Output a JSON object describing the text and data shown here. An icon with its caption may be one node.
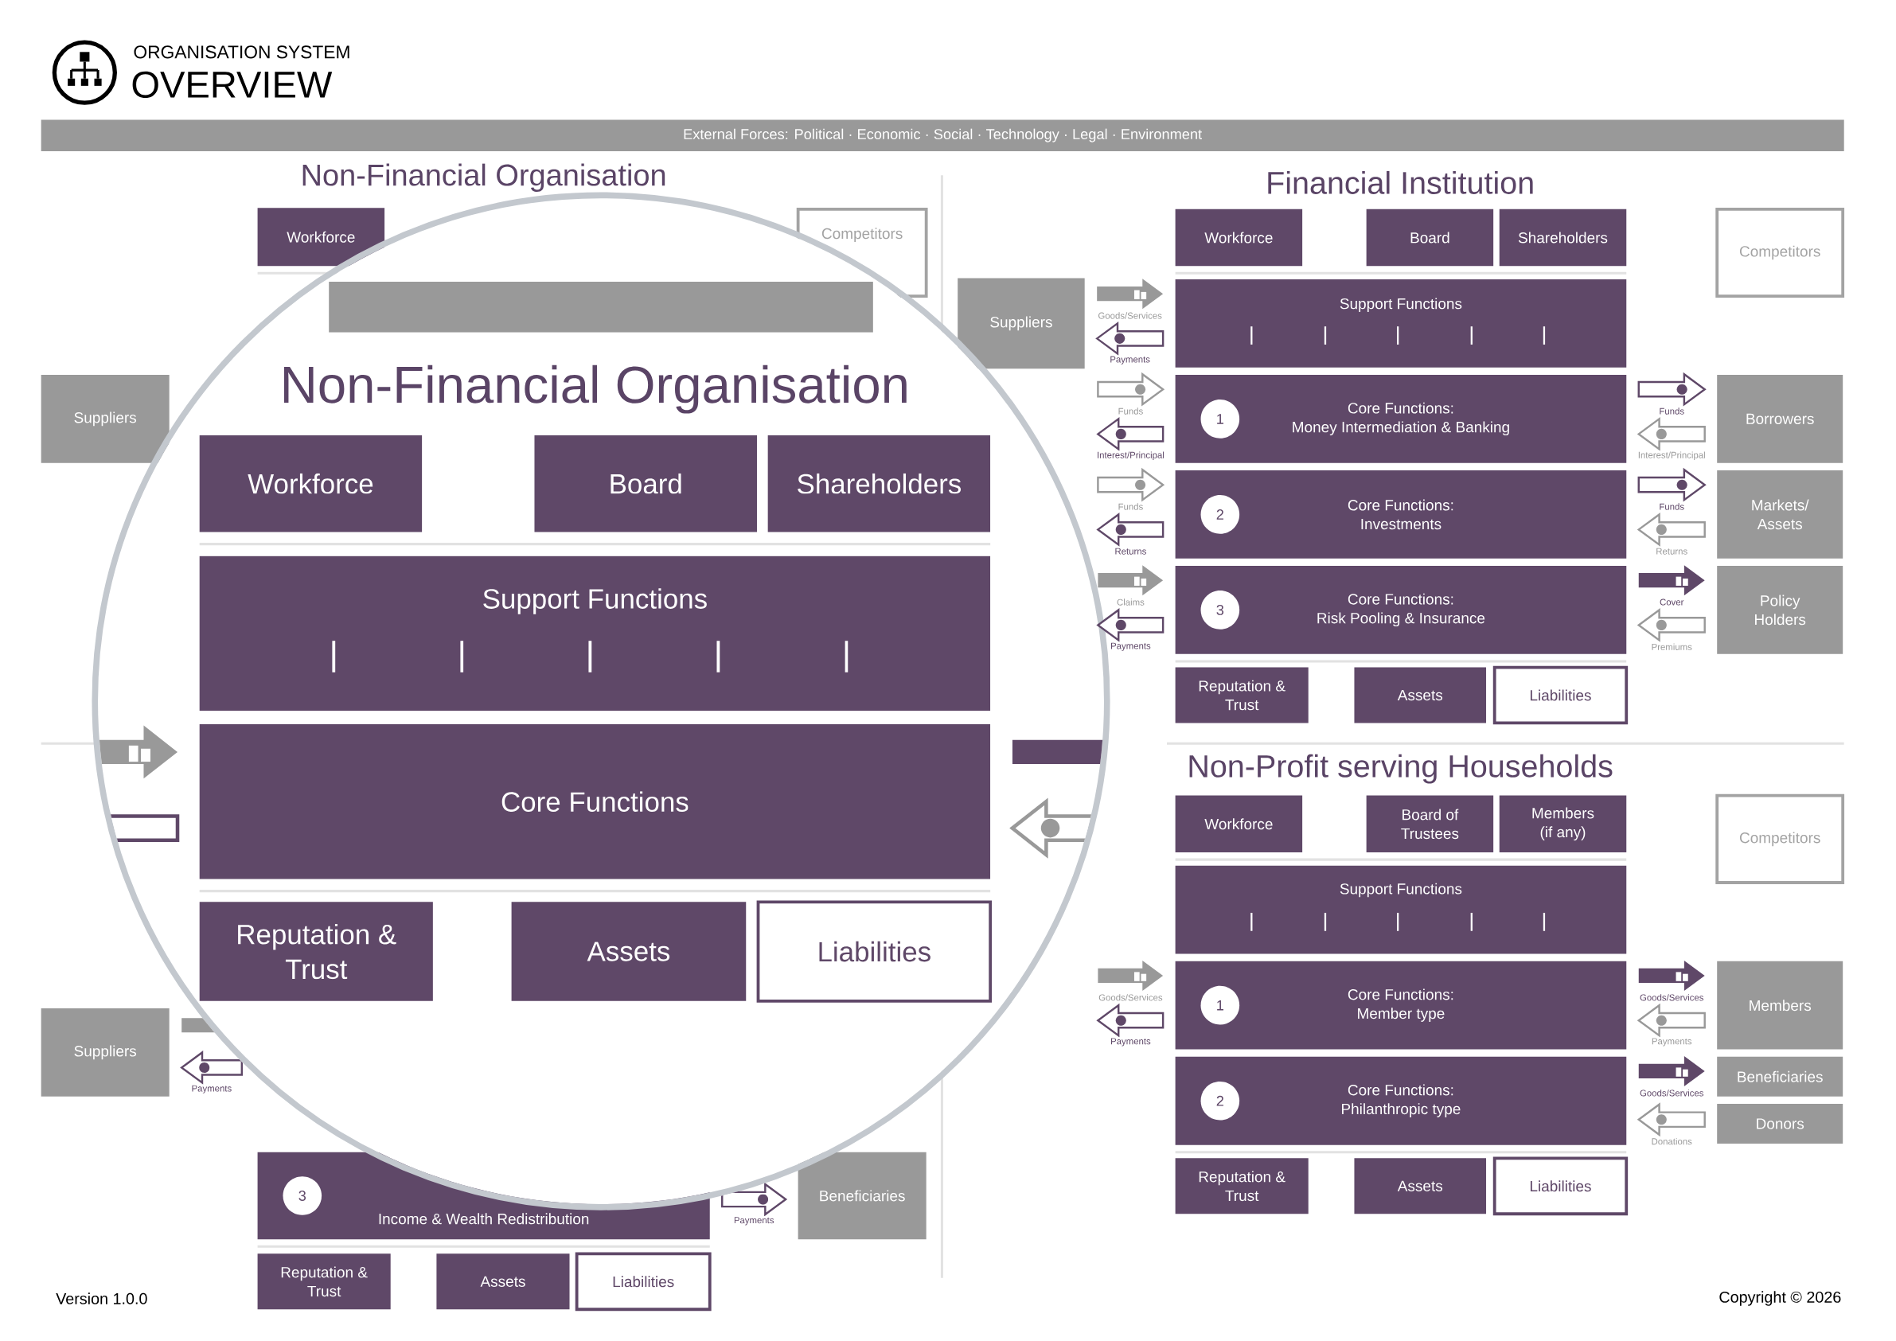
{
  "diagram": {
    "title": "OVERVIEW",
    "nodes": [
      {
        "text": [
          "External Forces: Political · Economic · Social · Technology · Legal · Environment"
        ]
      },
      {
        "text": [
          "Suppliers"
        ]
      },
      {
        "text": [
          "Suppliers"
        ]
      },
      {
        "text": [
          "Workforce"
        ]
      },
      {
        "text": [
          "Competitors"
        ]
      },
      {
        "text": [
          "Income & Wealth Redistribution"
        ]
      },
      {
        "text": [
          "3"
        ],
        "in": 5
      },
      {
        "text": [
          "Reputation & Trust"
        ]
      },
      {
        "text": [
          "Assets"
        ]
      },
      {
        "text": [
          "Liabilities"
        ]
      },
      {
        "text": [
          "Beneficiaries"
        ]
      },
      {
        "text": [
          "Suppliers"
        ]
      },
      {
        "text": [
          "Workforce"
        ]
      },
      {
        "text": [
          "Board"
        ]
      },
      {
        "text": [
          "Shareholders"
        ]
      },
      {
        "text": [
          "Competitors"
        ]
      },
      {
        "text": [
          "Support Functions"
        ]
      },
      {
        "text": [
          "Core Functions:",
          "Money Intermediation & Banking"
        ]
      },
      {
        "text": [
          "1"
        ],
        "in": 17
      },
      {
        "text": [
          "Core Functions:",
          "Investments"
        ]
      },
      {
        "text": [
          "2"
        ],
        "in": 19
      },
      {
        "text": [
          "Core Functions:",
          "Risk Pooling & Insurance"
        ]
      },
      {
        "text": [
          "3"
        ],
        "in": 21
      },
      {
        "text": [
          "Reputation & Trust"
        ]
      },
      {
        "text": [
          "Assets"
        ]
      },
      {
        "text": [
          "Liabilities"
        ]
      },
      {
        "text": [
          "Borrowers"
        ]
      },
      {
        "text": [
          "Markets/ Assets"
        ]
      },
      {
        "text": [
          "Policy Holders"
        ]
      },
      {
        "text": [
          "Workforce"
        ]
      },
      {
        "text": [
          "Board of Trustees"
        ]
      },
      {
        "text": [
          "Members (if any)"
        ]
      },
      {
        "text": [
          "Competitors"
        ]
      },
      {
        "text": [
          "Support Functions"
        ]
      },
      {
        "text": [
          "Core Functions:",
          "Member type"
        ]
      },
      {
        "text": [
          "1"
        ],
        "in": 34
      },
      {
        "text": [
          "Core Functions:",
          "Philanthropic type"
        ]
      },
      {
        "text": [
          "2"
        ],
        "in": 36
      },
      {
        "text": [
          "Reputation & Trust"
        ]
      },
      {
        "text": [
          "Assets"
        ]
      },
      {
        "text": [
          "Liabilities"
        ]
      },
      {
        "text": [
          "Members"
        ]
      },
      {
        "text": [
          "Beneficiaries"
        ]
      },
      {
        "text": [
          "Donors"
        ]
      },
      {
        "text": [],
        "shape": "bar"
      },
      {
        "text": [
          "Workforce"
        ]
      },
      {
        "text": [
          "Board"
        ]
      },
      {
        "text": [
          "Shareholders"
        ]
      },
      {
        "text": [
          "Support Functions"
        ]
      },
      {
        "text": [
          "Core Functions"
        ]
      },
      {
        "text": [
          "Reputation & Trust"
        ]
      },
      {
        "text": [
          "Assets"
        ]
      },
      {
        "text": [
          "Liabilities"
        ]
      }
    ],
    "edges": [
      {
        "from": 11,
        "to": 16,
        "arrow": "to",
        "label": "Goods/Services",
        "style": "thick",
        "color": "#999999"
      },
      {
        "from": 16,
        "to": 11,
        "arrow": "to",
        "label": "Payments"
      },
      {
        "from": null,
        "to": 17,
        "arrow": "to",
        "label": "Funds",
        "color": "#999999"
      },
      {
        "from": 17,
        "to": null,
        "arrow": "to",
        "label": "Interest/Principal"
      },
      {
        "from": null,
        "to": 19,
        "arrow": "to",
        "label": "Funds",
        "color": "#999999"
      },
      {
        "from": 19,
        "to": null,
        "arrow": "to",
        "label": "Returns"
      },
      {
        "from": null,
        "to": 21,
        "arrow": "to",
        "label": "Claims",
        "style": "thick",
        "color": "#999999"
      },
      {
        "from": 21,
        "to": null,
        "arrow": "to",
        "label": "Payments"
      },
      {
        "from": 17,
        "to": 26,
        "arrow": "to",
        "label": "Funds"
      },
      {
        "from": 26,
        "to": 17,
        "arrow": "to",
        "label": "Interest/Principal",
        "color": "#999999"
      },
      {
        "from": 19,
        "to": 27,
        "arrow": "to",
        "label": "Funds"
      },
      {
        "from": 27,
        "to": 19,
        "arrow": "to",
        "label": "Returns",
        "color": "#999999"
      },
      {
        "from": 21,
        "to": 28,
        "arrow": "to",
        "label": "Cover",
        "style": "thick"
      },
      {
        "from": 28,
        "to": 21,
        "arrow": "to",
        "label": "Premiums",
        "color": "#999999"
      },
      {
        "from": null,
        "to": 34,
        "arrow": "to",
        "label": "Goods/Services",
        "style": "thick",
        "color": "#999999"
      },
      {
        "from": 34,
        "to": null,
        "arrow": "to",
        "label": "Payments"
      },
      {
        "from": 34,
        "to": 41,
        "arrow": "to",
        "label": "Goods/Services",
        "style": "thick"
      },
      {
        "from": 41,
        "to": 34,
        "arrow": "to",
        "label": "Payments",
        "color": "#999999"
      },
      {
        "from": 36,
        "to": 42,
        "arrow": "to",
        "label": "Goods/Services",
        "style": "thick"
      },
      {
        "from": 43,
        "to": 36,
        "arrow": "to",
        "label": "Donations",
        "color": "#999999"
      },
      {
        "from": 2,
        "to": null,
        "arrow": "to",
        "style": "thick",
        "color": "#999999"
      },
      {
        "from": null,
        "to": 2,
        "arrow": "to",
        "label": "Payments"
      },
      {
        "from": 5,
        "to": 10,
        "arrow": "to",
        "label": "Payments"
      },
      {
        "from": null,
        "to": 49,
        "arrow": "to",
        "style": "thick",
        "color": "#999999"
      },
      {
        "from": 49,
        "to": null,
        "arrow": "to"
      },
      {
        "from": 49,
        "to": null,
        "arrow": "to",
        "style": "thick"
      },
      {
        "from": null,
        "to": 49,
        "arrow": "to",
        "color": "#999999"
      }
    ],
    "labels": [
      "ORGANISATION SYSTEM",
      "Non-Financial Organisation",
      "Financial Institution",
      "Non-Financial Organisation",
      "Non-Profit serving Households",
      "Version 1.0.0",
      "Copyright © 2026"
    ]
  }
}
